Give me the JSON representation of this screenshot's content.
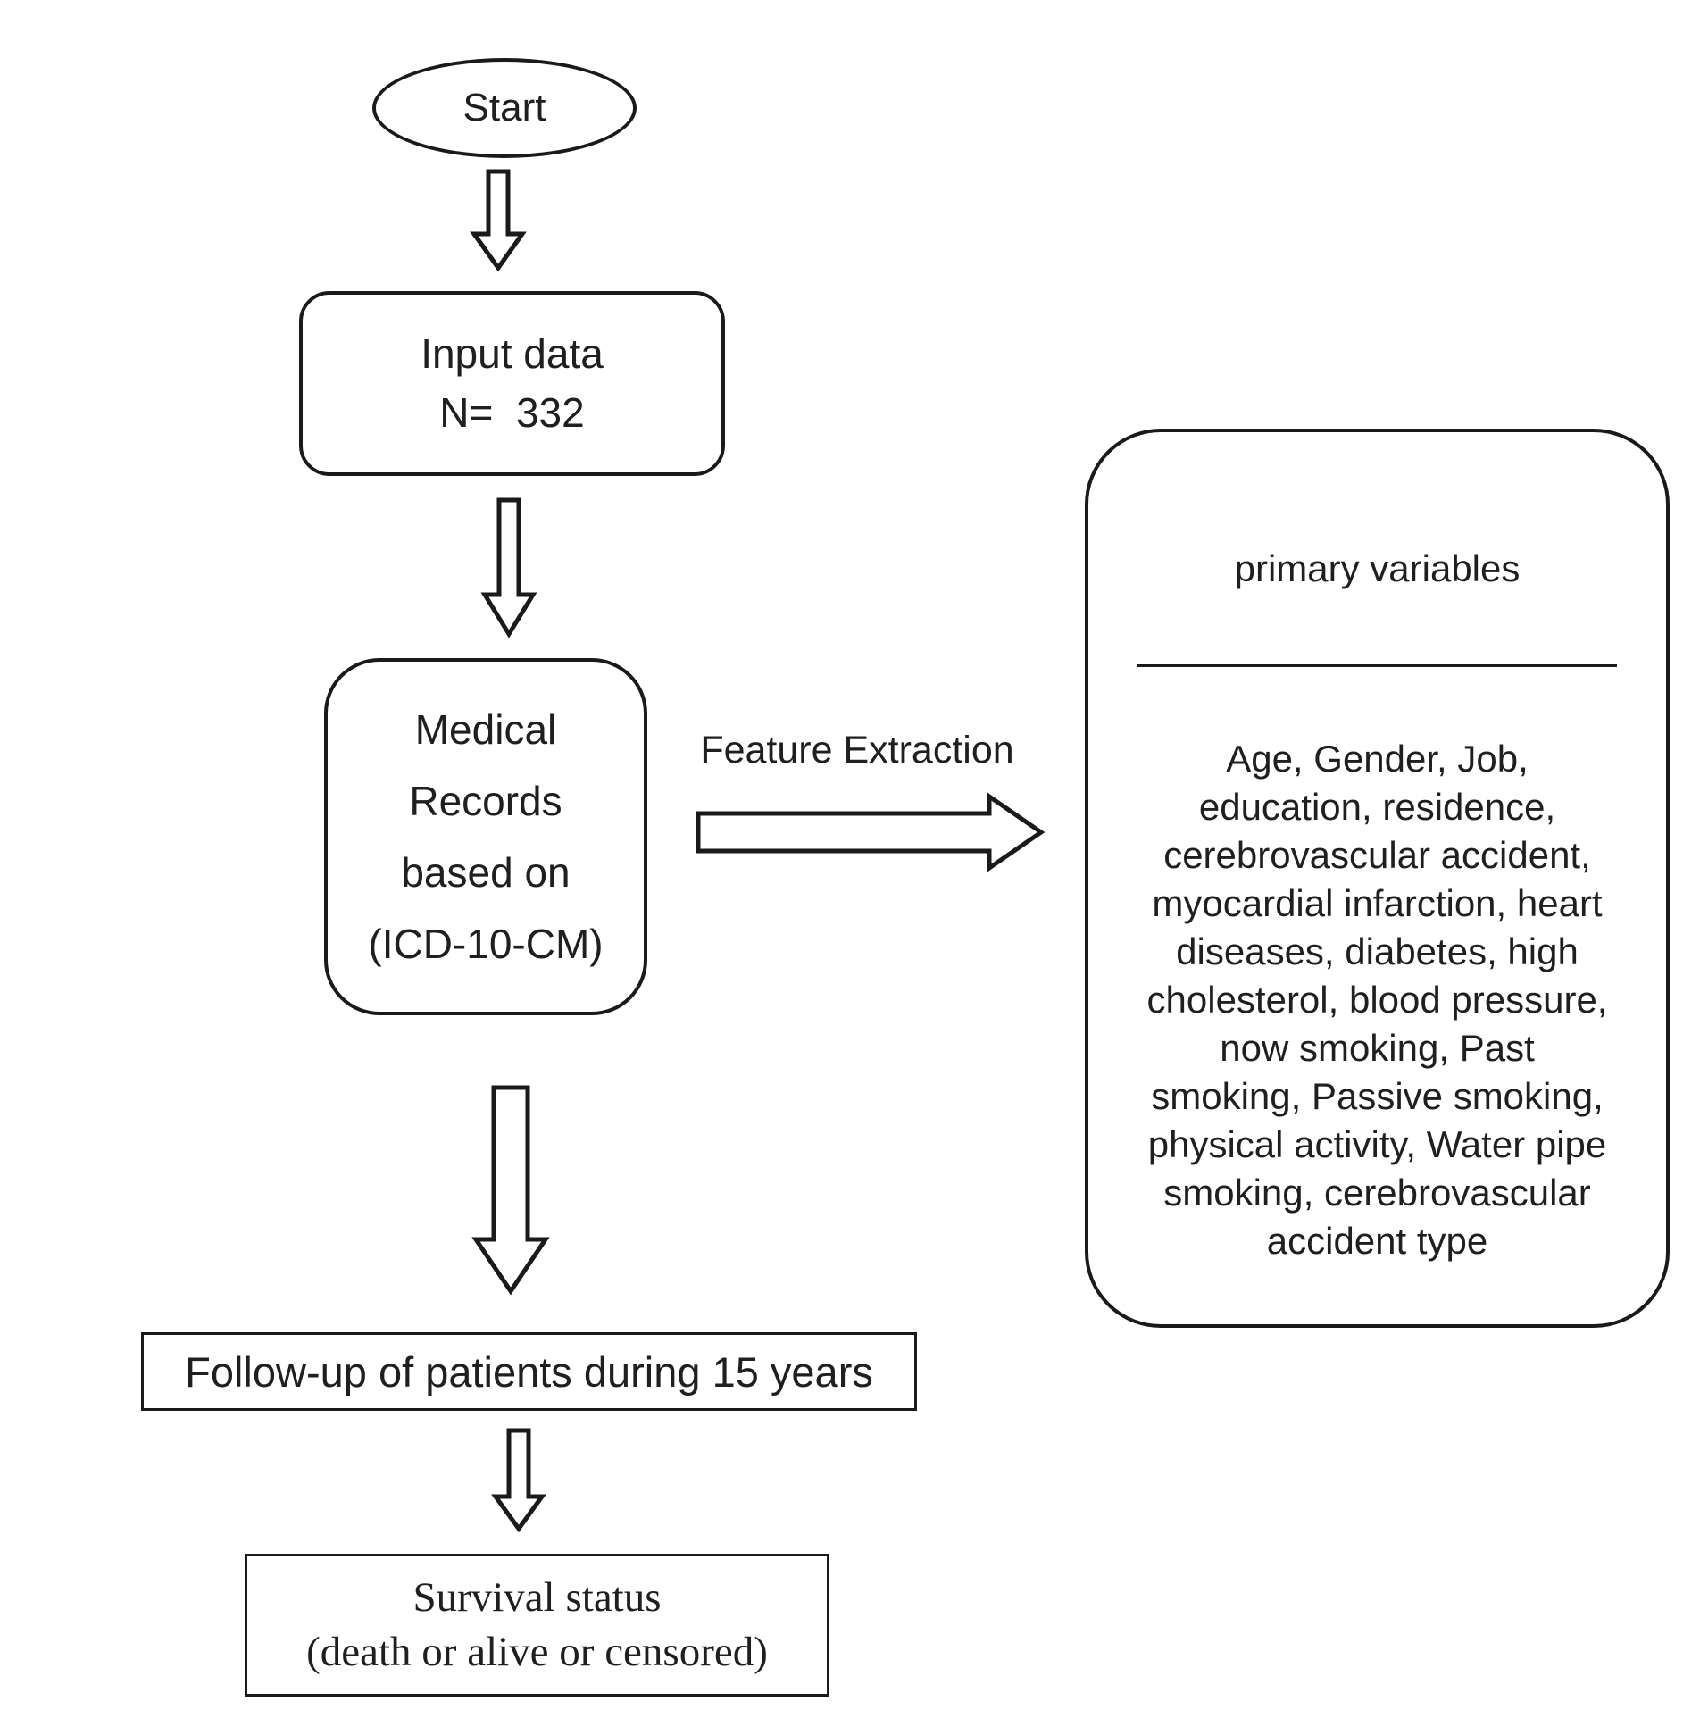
{
  "colors": {
    "stroke": "#1a1a1a",
    "background": "#ffffff",
    "text": "#1f1f1f"
  },
  "nodes": {
    "start": {
      "label": "Start"
    },
    "input_data": {
      "label": "Input data\nN=  332"
    },
    "medical_records": {
      "label": "Medical\nRecords\nbased on\n(ICD-10-CM)"
    },
    "primary_variables": {
      "heading": "primary variables",
      "body": "Age, Gender, Job,\neducation, residence,\ncerebrovascular accident,\nmyocardial infarction, heart\ndiseases, diabetes, high\ncholesterol, blood pressure,\nnow smoking, Past\nsmoking, Passive smoking,\nphysical activity, Water pipe\nsmoking, cerebrovascular\naccident type"
    },
    "follow_up": {
      "label": "Follow-up of patients during 15 years"
    },
    "survival_status": {
      "label": "Survival status\n(death or alive or censored)"
    }
  },
  "edges": {
    "feature_extraction_label": "Feature Extraction"
  }
}
